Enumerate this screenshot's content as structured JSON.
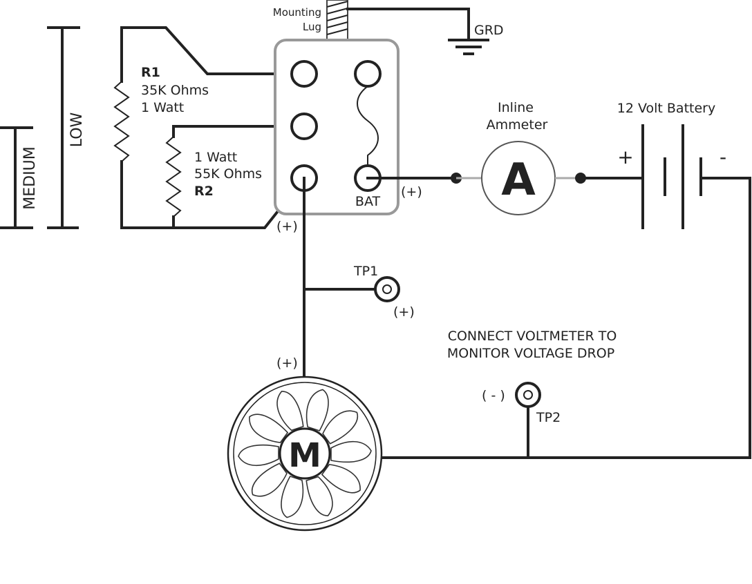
{
  "mounting_lug": {
    "line1": "Mounting",
    "line2": "Lug"
  },
  "ground": {
    "label": "GRD"
  },
  "range_low": {
    "label": "LOW"
  },
  "range_medium": {
    "label": "MEDIUM"
  },
  "resistor_r1": {
    "name": "R1",
    "value": "35K Ohms",
    "power": "1 Watt"
  },
  "resistor_r2": {
    "power": "1 Watt",
    "value": "55K Ohms",
    "name": "R2"
  },
  "switch": {
    "bat_label": "BAT"
  },
  "polarity": {
    "bat_out": "(+)",
    "switch_out": "(+)",
    "tp1": "(+)",
    "motor_in": "(+)",
    "tp2": "( - )"
  },
  "ammeter": {
    "title_line1": "Inline",
    "title_line2": "Ammeter",
    "symbol": "A"
  },
  "battery": {
    "title": "12 Volt Battery",
    "plus": "+",
    "minus": "-"
  },
  "test_points": {
    "tp1": "TP1",
    "tp2": "TP2"
  },
  "instruction": {
    "line1": "CONNECT VOLTMETER TO",
    "line2": "MONITOR VOLTAGE DROP"
  },
  "motor": {
    "symbol": "M"
  }
}
